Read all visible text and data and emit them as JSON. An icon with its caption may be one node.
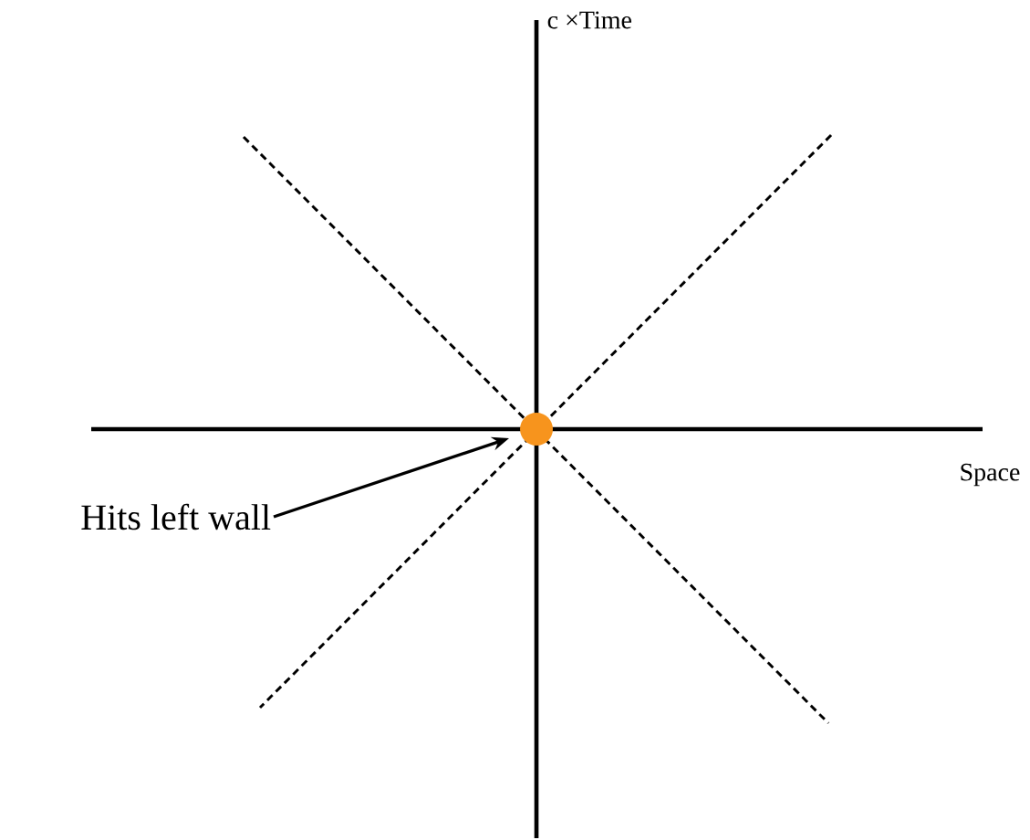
{
  "diagram": {
    "nodes": [
      {
        "text": [],
        "shape": "circle"
      },
      {
        "text": [
          "Hits left wall"
        ]
      }
    ],
    "edges": [
      {
        "from": 1,
        "to": 0,
        "arrow": "to"
      }
    ],
    "labels": [
      "c ×Time",
      "Space"
    ]
  }
}
